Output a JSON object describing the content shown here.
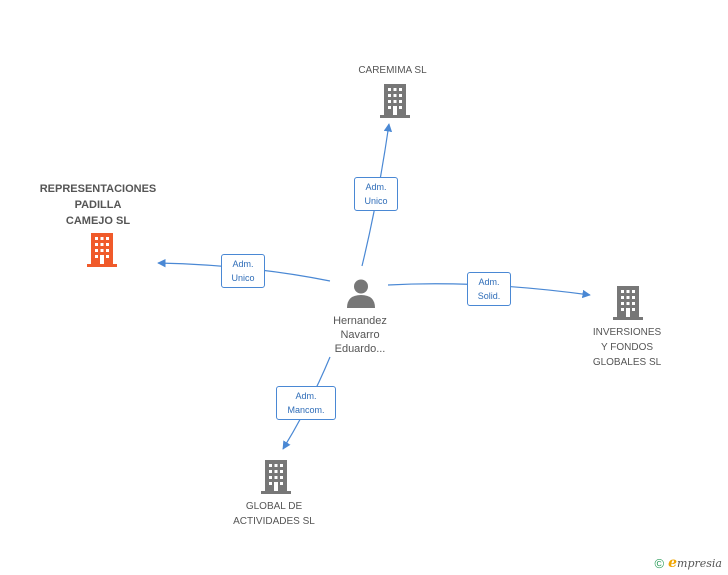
{
  "center": {
    "name": "Hernandez\nNavarro\nEduardo..."
  },
  "companies": [
    {
      "id": "caremima",
      "name": "CAREMIMA SL",
      "highlight": false
    },
    {
      "id": "representaciones",
      "name": "REPRESENTACIONES\nPADILLA\nCAMEJO SL",
      "highlight": true
    },
    {
      "id": "inversiones",
      "name": "INVERSIONES\nY FONDOS\nGLOBALES  SL",
      "highlight": false
    },
    {
      "id": "global",
      "name": "GLOBAL DE\nACTIVIDADES SL",
      "highlight": false
    }
  ],
  "relations": [
    {
      "to": "caremima",
      "line1": "Adm.",
      "line2": "Unico"
    },
    {
      "to": "representaciones",
      "line1": "Adm.",
      "line2": "Unico"
    },
    {
      "to": "inversiones",
      "line1": "Adm.",
      "line2": "Solid."
    },
    {
      "to": "global",
      "line1": "Adm.",
      "line2": "Mancom."
    }
  ],
  "colors": {
    "edge": "#4a88d4",
    "building": "#777777",
    "highlight": "#f05a2a",
    "person": "#777777"
  },
  "footer": {
    "copyright": "©",
    "brand_initial": "e",
    "brand_rest": "mpresia"
  }
}
